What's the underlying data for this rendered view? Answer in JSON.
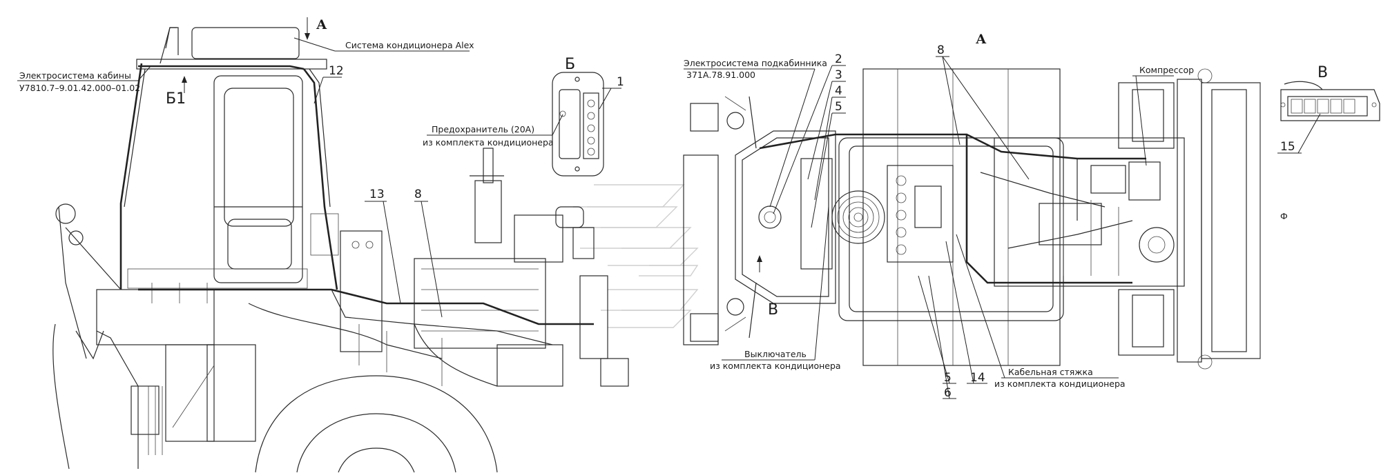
{
  "labels": {
    "alex": "Система кондиционера Alex",
    "cab_elec_1": "Электросистема кабины",
    "cab_elec_2": "У7810.7–9.01.42.000–01.02",
    "fuse_1": "Предохранитель (20А)",
    "fuse_2": "из комплекта кондиционера",
    "subcab_1": "Электросистема подкабинника",
    "subcab_2": "371А.78.91.000",
    "switch_1": "Выключатель",
    "switch_2": "из комплекта кондиционера",
    "compressor": "Компрессор",
    "tie_1": "Кабельная стяжка",
    "tie_2": "из комплекта кондиционера"
  },
  "views": {
    "a_arrow": "А",
    "a_title": "А",
    "b_inset": "Б",
    "b1_marker": "Б1",
    "v_inset": "В",
    "v_marker": "В"
  },
  "callouts": {
    "c1": "1",
    "c2": "2",
    "c3": "3",
    "c4": "4",
    "c5a": "5",
    "c5b": "5",
    "c6": "6",
    "c8a": "8",
    "c8b": "8",
    "c12": "12",
    "c13": "13",
    "c14": "14",
    "c15": "15"
  }
}
